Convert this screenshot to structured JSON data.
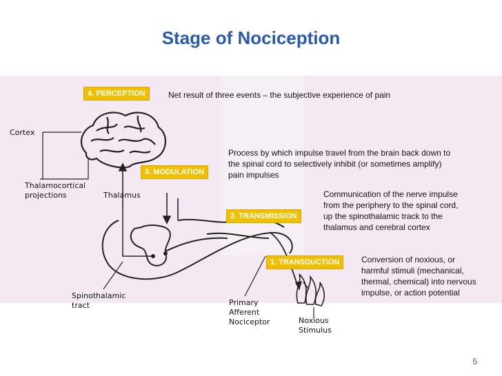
{
  "slide": {
    "title": "Stage of Nociception",
    "page_number": "5"
  },
  "diagram_labels": {
    "cortex": "Cortex",
    "thalamocortical": "Thalamocortical",
    "projections": "projections",
    "thalamus": "Thalamus",
    "spinothalamic_1": "Spinothalamic",
    "spinothalamic_2": "tract",
    "primary_1": "Primary",
    "primary_2": "Afferent",
    "primary_3": "Nociceptor",
    "noxious_1": "Noxious",
    "noxious_2": "Stimulus"
  },
  "stages": [
    {
      "label": "4. PERCEPTION",
      "description": [
        "Net result of three events – the subjective experience of pain"
      ]
    },
    {
      "label": "3. MODULATION",
      "description": [
        "Process by which impulse travel from the brain back down to",
        "the spinal cord to selectively inhibit (or sometimes amplify)",
        "pain impulses"
      ]
    },
    {
      "label": "2. TRANSMISSION",
      "description": [
        "Communication of the nerve impulse",
        "from the periphery to the spinal cord,",
        "up the spinothalamic track to the",
        "thalamus and cerebral cortex"
      ]
    },
    {
      "label": "1. TRANSDUCTION",
      "description": [
        "Conversion of noxious, or",
        "harmful stimuli (mechanical,",
        "thermal, chemical) into nervous",
        "impulse, or action potential"
      ]
    }
  ],
  "colors": {
    "title": "#2a5ba8",
    "stage_box": "#f0c000",
    "background_tint": "#e9d6ea"
  }
}
